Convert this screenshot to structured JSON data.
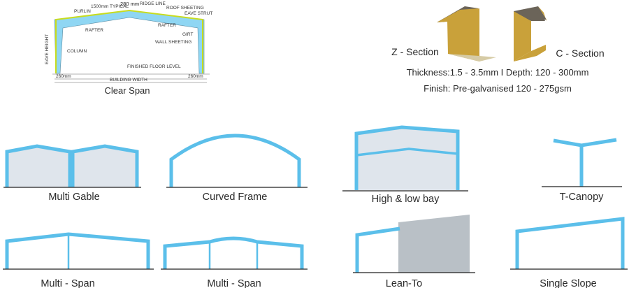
{
  "clear_span": {
    "title": "Clear Span",
    "labels": {
      "purlin": "PURLIN",
      "typical": "1500mm TYPICAL",
      "ridge_gap": "280 mm",
      "ridge_line": "RIDGE LINE",
      "roof_sheeting": "ROOF SHEETING",
      "eave_strut": "EAVE STRUT",
      "rafter_left": "RAFTER",
      "rafter_right": "RAFTER",
      "girt": "GIRT",
      "wall_sheeting": "WALL SHEETING",
      "column": "COLUMN",
      "eave_height": "EAVE HEIGHT",
      "finished_floor_level": "FINISHED FLOOR LEVEL",
      "left_offset": "260mm",
      "right_offset": "260mm",
      "building_width": "BUILDING WIDTH"
    }
  },
  "sections": {
    "z_label": "Z - Section",
    "c_label": "C - Section",
    "thickness": "Thickness:1.5 - 3.5mm I Depth: 120 - 300mm",
    "finish": "Finish: Pre-galvanised 120 - 275gsm"
  },
  "frames": [
    {
      "label": "Multi Gable"
    },
    {
      "label": "Curved Frame"
    },
    {
      "label": "High & low bay"
    },
    {
      "label": "T-Canopy"
    },
    {
      "label": "Multi - Span"
    },
    {
      "label": "Multi - Span"
    },
    {
      "label": "Lean-To"
    },
    {
      "label": "Single Slope"
    }
  ],
  "colors": {
    "frame": "#5bbfea",
    "panel": "#dfe5ec",
    "section": "#c9a13a",
    "lean_block": "#b9c0c6"
  }
}
